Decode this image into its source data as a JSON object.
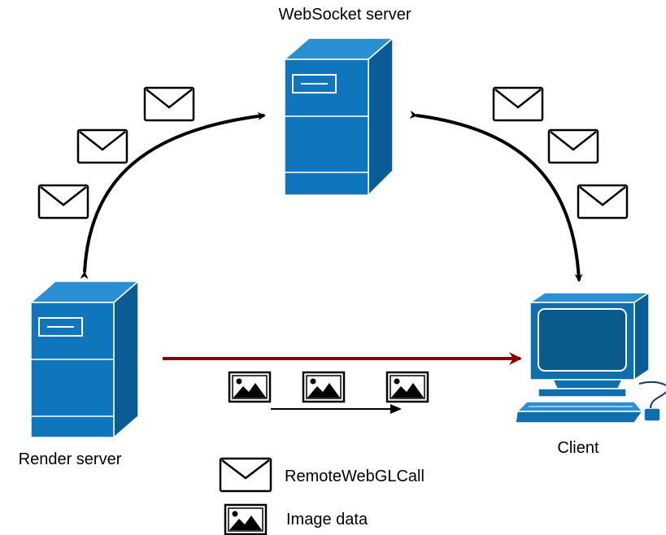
{
  "nodes": {
    "websocket_server": {
      "label": "WebSocket server"
    },
    "render_server": {
      "label": "Render server"
    },
    "client": {
      "label": "Client"
    }
  },
  "legend": {
    "message_label": "RemoteWebGLCall",
    "image_label": "Image data"
  },
  "colors": {
    "server_front": "#0f75bc",
    "server_side": "#0a5c96",
    "server_top": "#2b8fd4",
    "client_body": "#0f6fae",
    "client_screen": "#0b5a8c",
    "image_stream_arrow": "#8b0000",
    "message_arrow": "#000000"
  },
  "icons": {
    "message": "envelope-icon",
    "image": "image-icon",
    "server": "server-tower-icon",
    "client": "desktop-computer-icon"
  }
}
